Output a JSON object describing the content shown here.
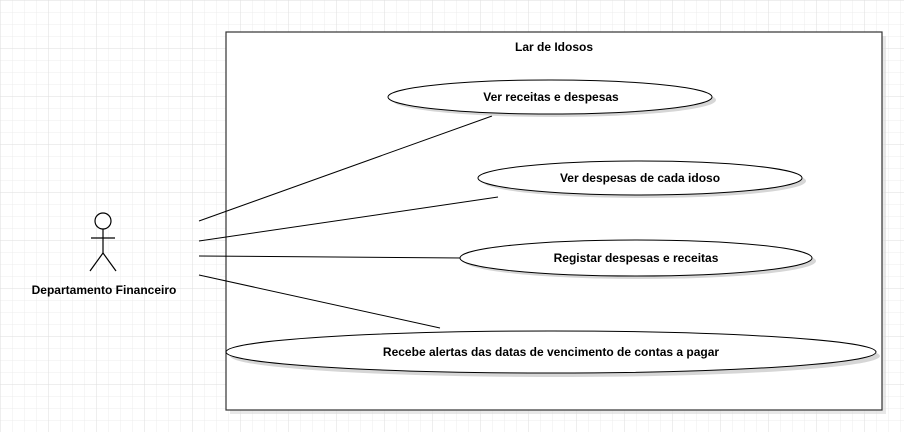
{
  "diagram": {
    "system_boundary": {
      "title": "Lar de Idosos"
    },
    "actor": {
      "label": "Departamento Financeiro",
      "icon": "stick-figure-icon"
    },
    "use_cases": [
      {
        "id": "uc1",
        "label": "Ver receitas e despesas"
      },
      {
        "id": "uc2",
        "label": "Ver despesas de cada idoso"
      },
      {
        "id": "uc3",
        "label": "Registar despesas e receitas"
      },
      {
        "id": "uc4",
        "label": "Recebe alertas das datas de vencimento de contas a pagar"
      }
    ],
    "associations": [
      {
        "from": "actor",
        "to": "uc1"
      },
      {
        "from": "actor",
        "to": "uc2"
      },
      {
        "from": "actor",
        "to": "uc3"
      },
      {
        "from": "actor",
        "to": "uc4"
      }
    ]
  }
}
